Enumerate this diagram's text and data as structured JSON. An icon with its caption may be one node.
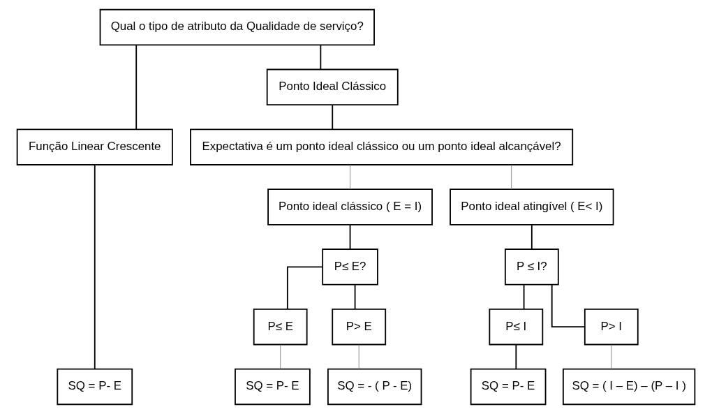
{
  "diagram": {
    "nodes": [
      {
        "text": [
          "Qual o tipo de atributo da Qualidade de serviço?"
        ]
      },
      {
        "text": [
          "Função Linear Crescente"
        ]
      },
      {
        "text": [
          "Ponto Ideal Clássico"
        ]
      },
      {
        "text": [
          "Expectativa é um ponto ideal clássico ou um ponto ideal alcançável?"
        ]
      },
      {
        "text": [
          "Ponto ideal clássico ( E = I)"
        ]
      },
      {
        "text": [
          "Ponto ideal atingível ( E< I)"
        ]
      },
      {
        "text": [
          "P≤ E?"
        ]
      },
      {
        "text": [
          "P ≤ I?"
        ]
      },
      {
        "text": [
          "P≤ E"
        ]
      },
      {
        "text": [
          "P> E"
        ]
      },
      {
        "text": [
          "P≤ I"
        ]
      },
      {
        "text": [
          "P> I"
        ]
      },
      {
        "text": [
          "SQ = P- E"
        ]
      },
      {
        "text": [
          "SQ = P- E"
        ]
      },
      {
        "text": [
          "SQ = - ( P - E)"
        ]
      },
      {
        "text": [
          "SQ = P- E"
        ]
      },
      {
        "text": [
          "SQ = ( I – E) – (P – I )"
        ]
      }
    ],
    "edges": [
      {
        "from": 0,
        "to": 1,
        "arrow": "none"
      },
      {
        "from": 0,
        "to": 2,
        "arrow": "none"
      },
      {
        "from": 2,
        "to": 3,
        "arrow": "none"
      },
      {
        "from": 3,
        "to": 4,
        "arrow": "none",
        "color": "#999999"
      },
      {
        "from": 3,
        "to": 5,
        "arrow": "none",
        "color": "#999999"
      },
      {
        "from": 4,
        "to": 6,
        "arrow": "none"
      },
      {
        "from": 5,
        "to": 7,
        "arrow": "none"
      },
      {
        "from": 6,
        "to": 8,
        "arrow": "none"
      },
      {
        "from": 6,
        "to": 9,
        "arrow": "none"
      },
      {
        "from": 7,
        "to": 10,
        "arrow": "none"
      },
      {
        "from": 7,
        "to": 11,
        "arrow": "none"
      },
      {
        "from": 1,
        "to": 12,
        "arrow": "none"
      },
      {
        "from": 8,
        "to": 13,
        "arrow": "none",
        "color": "#999999"
      },
      {
        "from": 9,
        "to": 14,
        "arrow": "none",
        "color": "#999999"
      },
      {
        "from": 10,
        "to": 15,
        "arrow": "none"
      },
      {
        "from": 11,
        "to": 16,
        "arrow": "none",
        "color": "#999999"
      }
    ]
  }
}
